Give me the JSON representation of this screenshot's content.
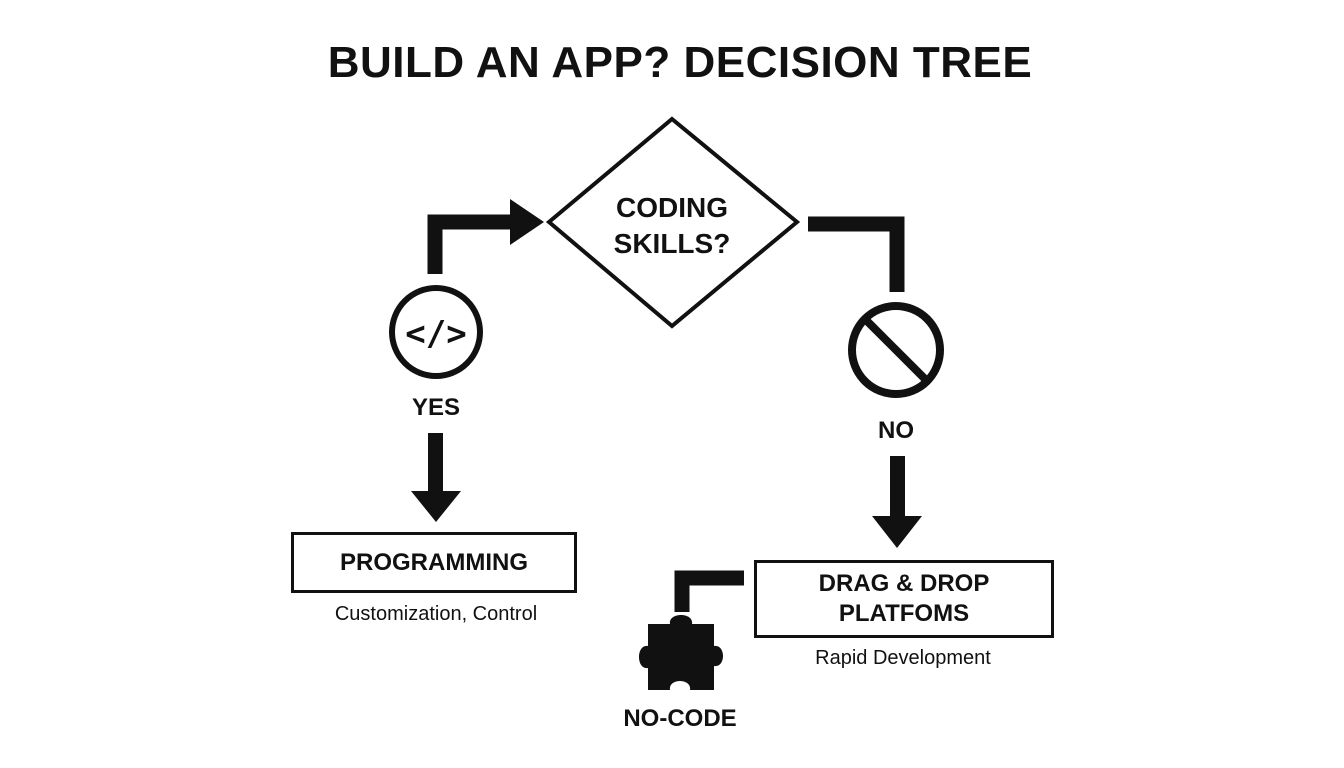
{
  "title": "BUILD AN APP? DECISION TREE",
  "decision": {
    "line1": "CODING",
    "line2": "SKILLS?",
    "shape": "diamond"
  },
  "yes_branch": {
    "label": "YES",
    "icon": "code-brackets-icon",
    "box_label": "PROGRAMMING",
    "subtitle": "Customization, Control"
  },
  "no_branch": {
    "label": "NO",
    "icon": "prohibited-icon",
    "box_line1": "DRAG & DROP",
    "box_line2": "PLATFOMS",
    "subtitle": "Rapid Development",
    "sub_icon": "puzzle-piece-icon",
    "sub_label": "NO-CODE"
  },
  "colors": {
    "ink": "#111111",
    "background": "#ffffff"
  }
}
